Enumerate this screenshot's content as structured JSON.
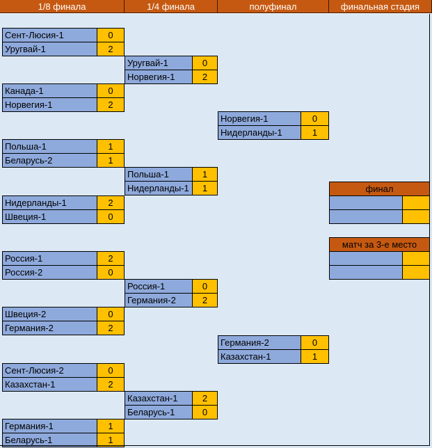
{
  "headers": [
    "1/8 финала",
    "1/4 финала",
    "полуфинал",
    "финальная стадия"
  ],
  "r16": [
    {
      "team1": "Сент-Люсия-1",
      "score1": "0",
      "team2": "Уругвай-1",
      "score2": "2"
    },
    {
      "team1": "Канада-1",
      "score1": "0",
      "team2": "Норвегия-1",
      "score2": "2"
    },
    {
      "team1": "Польша-1",
      "score1": "1",
      "team2": "Беларусь-2",
      "score2": "1"
    },
    {
      "team1": "Нидерланды-1",
      "score1": "2",
      "team2": "Швеция-1",
      "score2": "0"
    },
    {
      "team1": "Россия-1",
      "score1": "2",
      "team2": "Россия-2",
      "score2": "0"
    },
    {
      "team1": "Швеция-2",
      "score1": "0",
      "team2": "Германия-2",
      "score2": "2"
    },
    {
      "team1": "Сент-Люсия-2",
      "score1": "0",
      "team2": "Казахстан-1",
      "score2": "2"
    },
    {
      "team1": "Германия-1",
      "score1": "1",
      "team2": "Беларусь-1",
      "score2": "1"
    }
  ],
  "qf": [
    {
      "team1": "Уругвай-1",
      "score1": "0",
      "team2": "Норвегия-1",
      "score2": "2"
    },
    {
      "team1": "Польша-1",
      "score1": "1",
      "team2": "Нидерланды-1",
      "score2": "1"
    },
    {
      "team1": "Россия-1",
      "score1": "0",
      "team2": "Германия-2",
      "score2": "2"
    },
    {
      "team1": "Казахстан-1",
      "score1": "2",
      "team2": "Беларусь-1",
      "score2": "0"
    }
  ],
  "sf": [
    {
      "team1": "Норвегия-1",
      "score1": "0",
      "team2": "Нидерланды-1",
      "score2": "1"
    },
    {
      "team1": "Германия-2",
      "score1": "0",
      "team2": "Казахстан-1",
      "score2": "1"
    }
  ],
  "final": {
    "title": "финал"
  },
  "third_place": {
    "title": "матч за 3-е место"
  }
}
